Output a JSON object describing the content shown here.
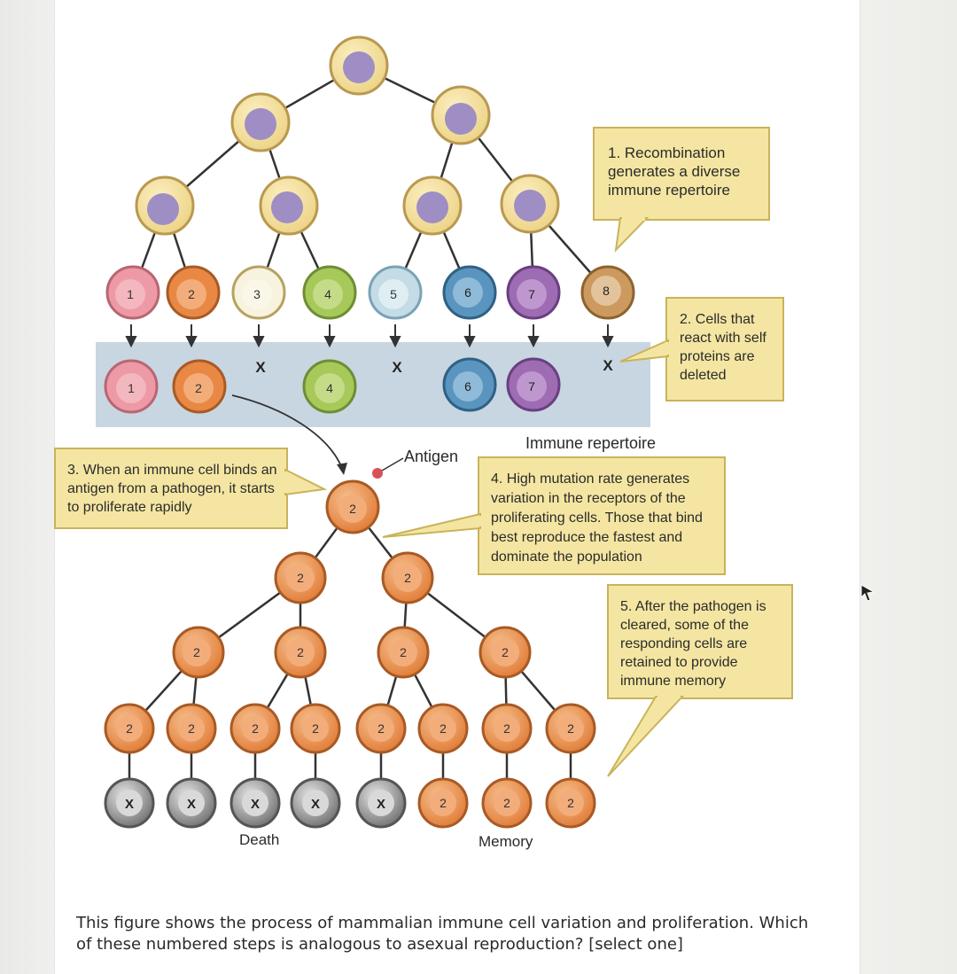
{
  "steps": {
    "step1": "1. Recombination generates a diverse immune repertoire",
    "step2": "2. Cells that react with self proteins are deleted",
    "step3": "3. When an immune cell binds an antigen from a pathogen, it starts to proliferate rapidly",
    "step4": "4. High mutation rate generates variation in the receptors of the proliferating cells. Those that bind best reproduce the fastest and dominate the population",
    "step5": "5. After the pathogen is cleared, some of the responding cells are retained to provide immune memory"
  },
  "labels": {
    "antigen": "Antigen",
    "immune_repertoire": "Immune repertoire",
    "death": "Death",
    "memory": "Memory"
  },
  "cells": {
    "repertoire": [
      "1",
      "2",
      "3",
      "4",
      "5",
      "6",
      "7",
      "8"
    ],
    "surviving": [
      "1",
      "2",
      "4",
      "6",
      "7"
    ],
    "deleted_mark": "X",
    "clone": "2"
  },
  "question": "This figure shows the process of mammalian immune cell variation and proliferation. Which of these numbered steps is analogous to asexual reproduction? [select one]",
  "colors": {
    "progenitor_outer": "#f2dc8c",
    "progenitor_border": "#c9a65a",
    "nucleus": "#9e8ec4",
    "pink": "#ee9aa6",
    "orange": "#e98845",
    "white": "#f7f3df",
    "green": "#a7c95a",
    "lightblue": "#c3dce6",
    "blue": "#5a95bf",
    "purple": "#9d6cb3",
    "tan": "#cc9a5f",
    "gray": "#7b7b7b",
    "callout": "#f4e6a2",
    "band": "#c8d6e2"
  }
}
